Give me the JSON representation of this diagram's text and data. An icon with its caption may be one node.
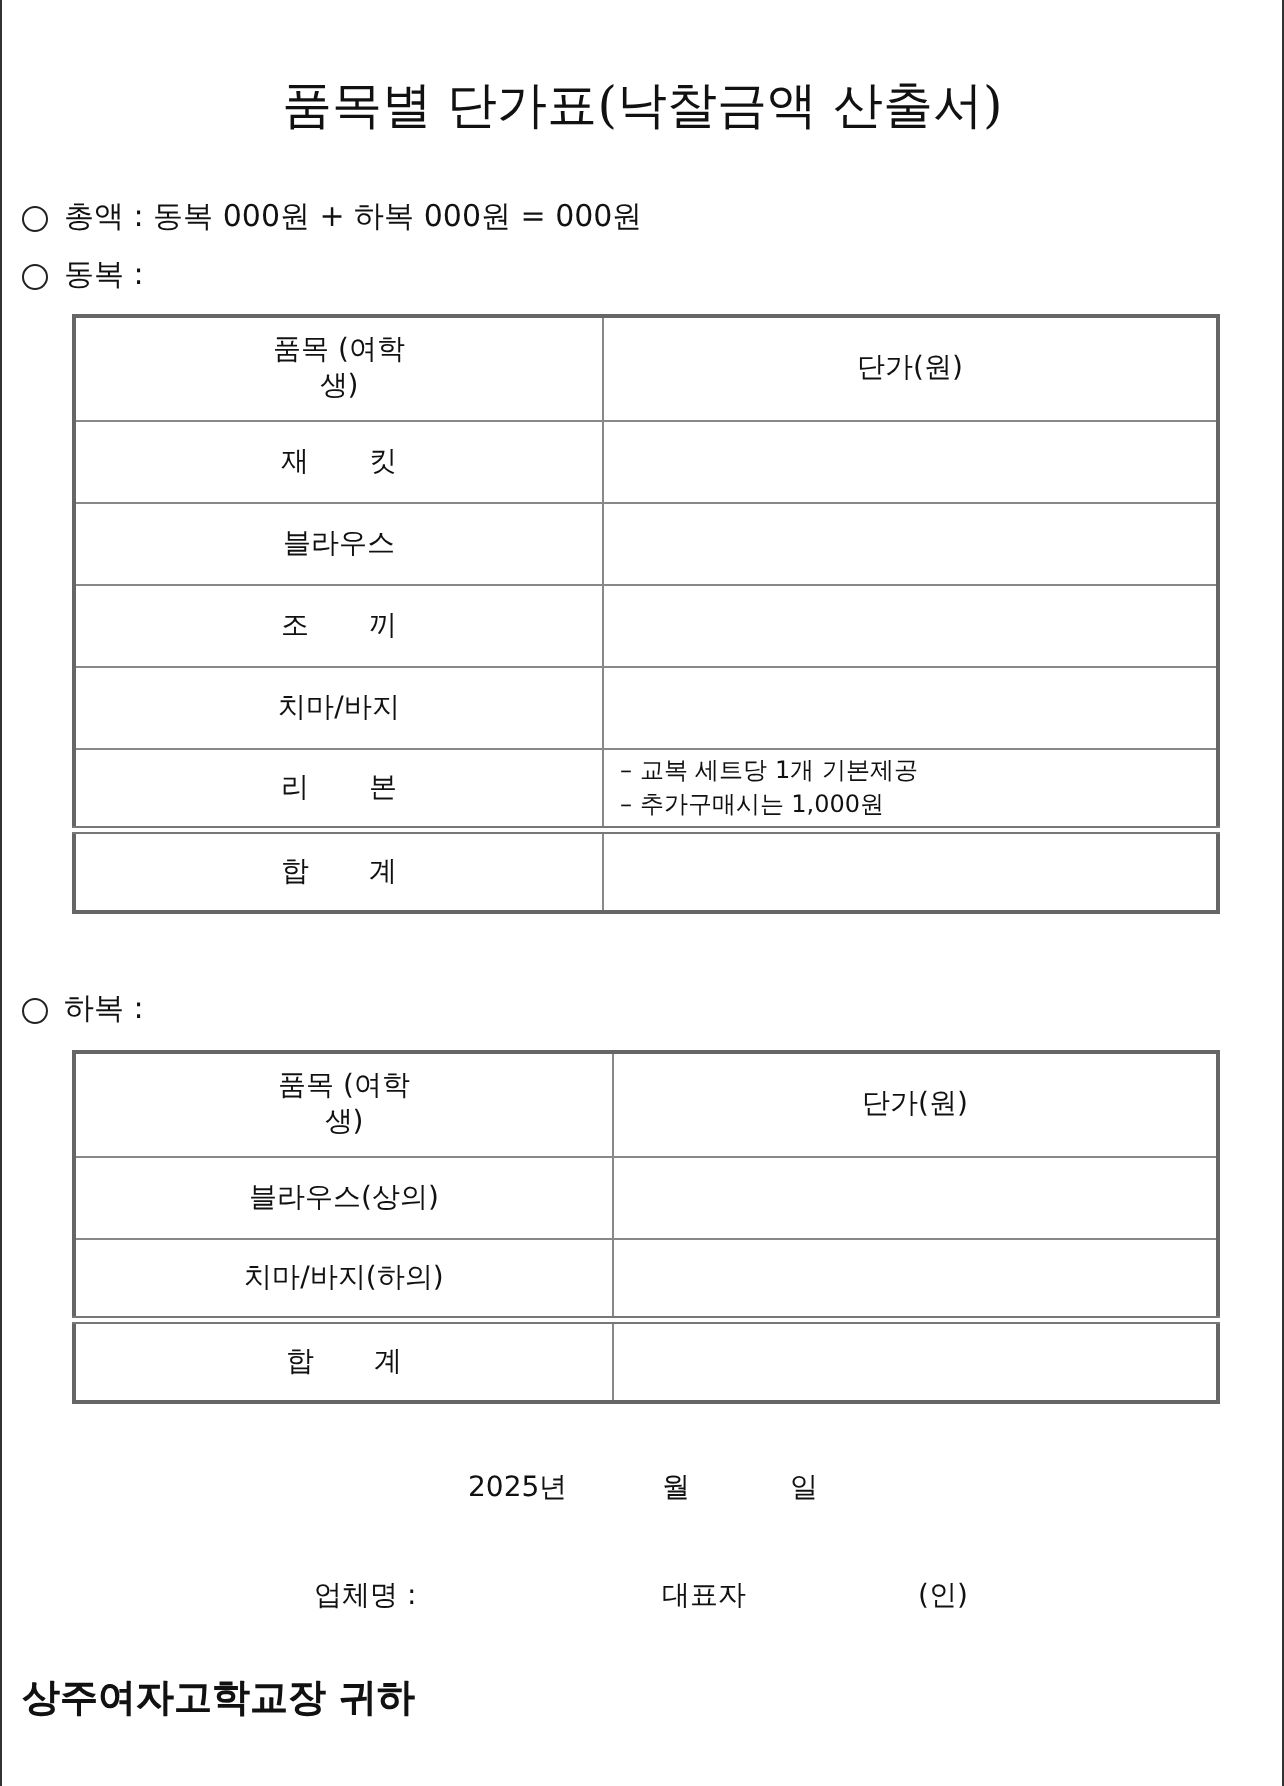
{
  "diagram": {
    "title": "품목별 단가표(낙찰금액 산출서)",
    "labels": [
      "총액 : 동복 000원 + 하복 000원 = 000원",
      "동복 :",
      "품목 (여학생)",
      "단가(원)",
      "재 킷",
      "블라우스",
      "조 끼",
      "치마/바지",
      "리 본",
      "– 교복 세트당 1개 기본제공",
      "– 추가구매시는 1,000원",
      "합 계",
      "하복 :",
      "품목 (여학생)",
      "단가(원)",
      "블라우스(상의)",
      "치마/바지(하의)",
      "합 계",
      "2025년",
      "월",
      "일",
      "업체명 :",
      "대표자",
      "(인)",
      "상주여자고학교장 귀하"
    ]
  }
}
